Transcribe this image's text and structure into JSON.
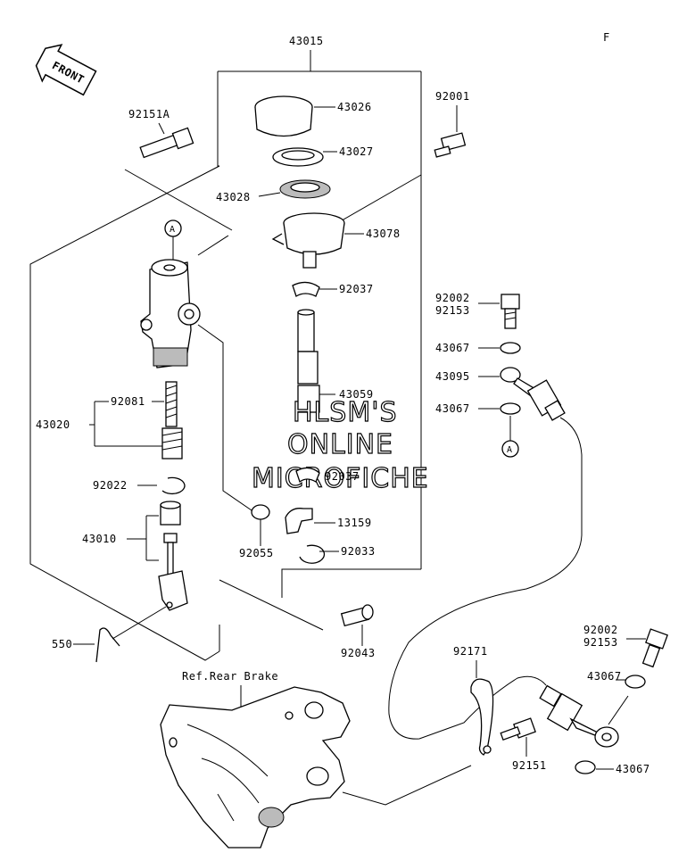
{
  "diagram": {
    "corner_mark": "F",
    "front_label": "FRONT",
    "reference_label": "Ref.Rear Brake",
    "watermark": [
      "HLSM'S",
      "ONLINE",
      "MICROFICHE"
    ],
    "labels": {
      "p43015": "43015",
      "p92151A": "92151A",
      "p43026": "43026",
      "p43027": "43027",
      "p43028": "43028",
      "p43078": "43078",
      "p92001": "92001",
      "p92037a": "92037",
      "p92002a": "92002",
      "p92153a": "92153",
      "p43067a": "43067",
      "p43095": "43095",
      "p43067b": "43067",
      "p43059": "43059",
      "p43020": "43020",
      "p92081": "92081",
      "p92022": "92022",
      "p92037b": "92037",
      "p13159": "13159",
      "p43010": "43010",
      "p92055": "92055",
      "p92033": "92033",
      "p550": "550",
      "p92043": "92043",
      "p92171": "92171",
      "p92002b": "92002",
      "p92153b": "92153",
      "p43067c": "43067",
      "p92151": "92151",
      "p43067d": "43067",
      "callout_top": "A",
      "callout_right": "A"
    }
  }
}
